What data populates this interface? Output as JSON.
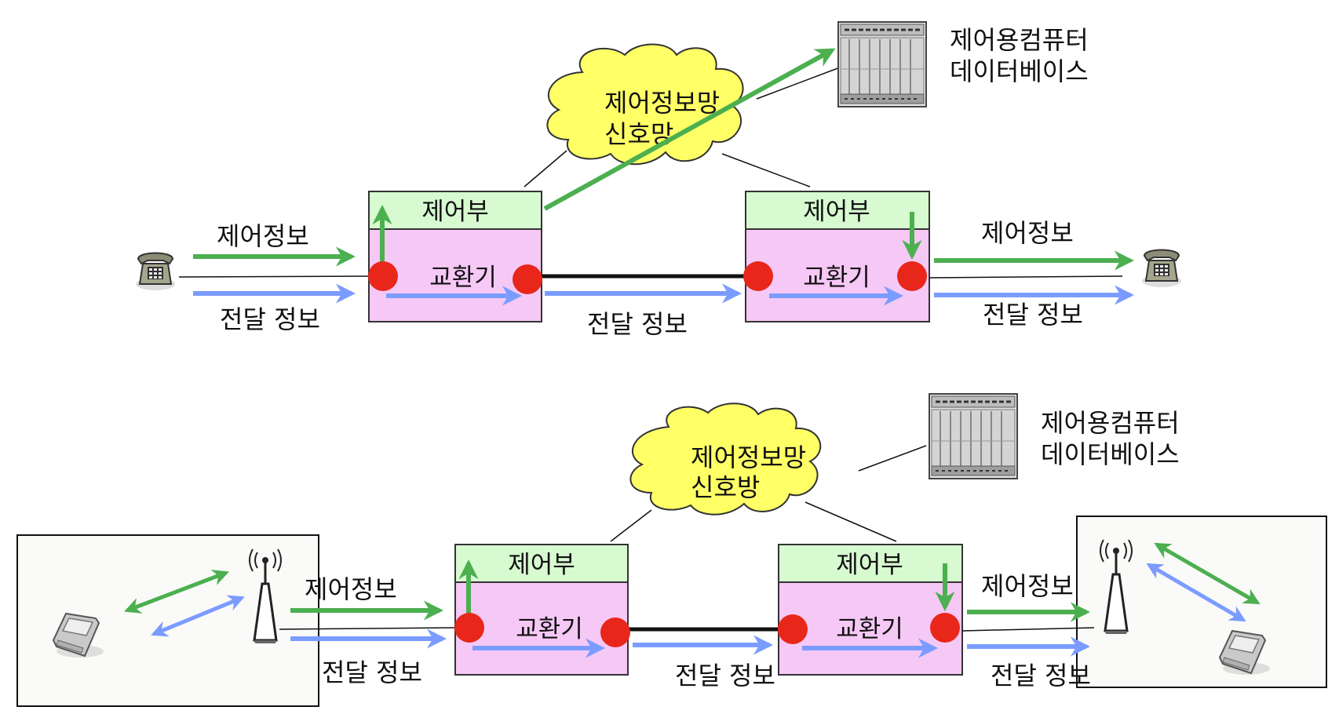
{
  "colors": {
    "control_arrow": "#4caf50",
    "transfer_arrow": "#7b9cff",
    "control_box": "#d7fad0",
    "switch_box": "#f6c8f6",
    "cloud": "#ffff66",
    "endpoint": "#e8271a"
  },
  "top": {
    "cloud_line1": "제어정보망",
    "cloud_line2": "신호망",
    "computer_line1": "제어용컴퓨터",
    "computer_line2": "데이터베이스",
    "left_node": {
      "control_label": "제어부",
      "switch_label": "교환기"
    },
    "right_node": {
      "control_label": "제어부",
      "switch_label": "교환기"
    },
    "left_control_info": "제어정보",
    "left_transfer_info": "전달 정보",
    "middle_transfer_info": "전달 정보",
    "right_control_info": "제어정보",
    "right_transfer_info": "전달 정보",
    "endpoint_icon": "telephone-icon",
    "computer_icon": "server-rack-icon"
  },
  "bottom": {
    "cloud_line1": "제어정보망",
    "cloud_line2": "신호방",
    "computer_line1": "제어용컴퓨터",
    "computer_line2": "데이터베이스",
    "left_node": {
      "control_label": "제어부",
      "switch_label": "교환기"
    },
    "right_node": {
      "control_label": "제어부",
      "switch_label": "교환기"
    },
    "left_control_info": "제어정보",
    "left_transfer_info": "전달 정보",
    "middle_transfer_info": "전달 정보",
    "right_control_info": "제어정보",
    "right_transfer_info": "전달 정보",
    "endpoint_icon": "mobile-phone-icon",
    "antenna_icon": "antenna-icon",
    "computer_icon": "server-rack-icon"
  }
}
